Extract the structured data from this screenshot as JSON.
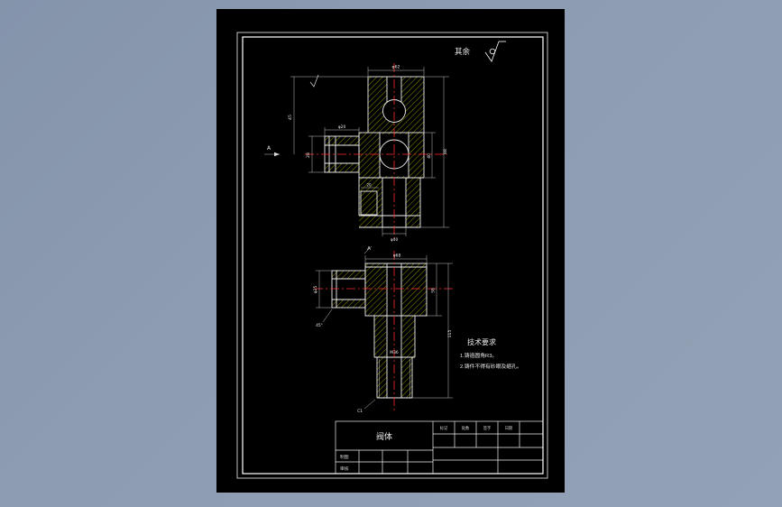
{
  "window": {
    "background_color": "#8e9cb2",
    "paper_color": "#000000"
  },
  "drawing": {
    "line_color": "#f0f0f0",
    "centerline_color": "#ff2a2a",
    "hatch_color": "#cfcf00",
    "surface_note": "其余",
    "tech": {
      "title": "技术要求",
      "items": [
        "1.铸造圆角R3。",
        "2.铸件不得有砂眼及缩孔。"
      ]
    },
    "dims": [
      "φ62",
      "45",
      "28",
      "φ20",
      "88",
      "40",
      "φ40",
      "A",
      "A",
      "φ68",
      "φ25",
      "58",
      "115",
      "M36",
      "C1",
      "45°",
      "20"
    ]
  },
  "title_block": {
    "part_name": "阀体",
    "header_cells": [
      "标记",
      "处数",
      "签字",
      "日期"
    ],
    "row_labels": [
      "制图",
      "审核"
    ]
  }
}
